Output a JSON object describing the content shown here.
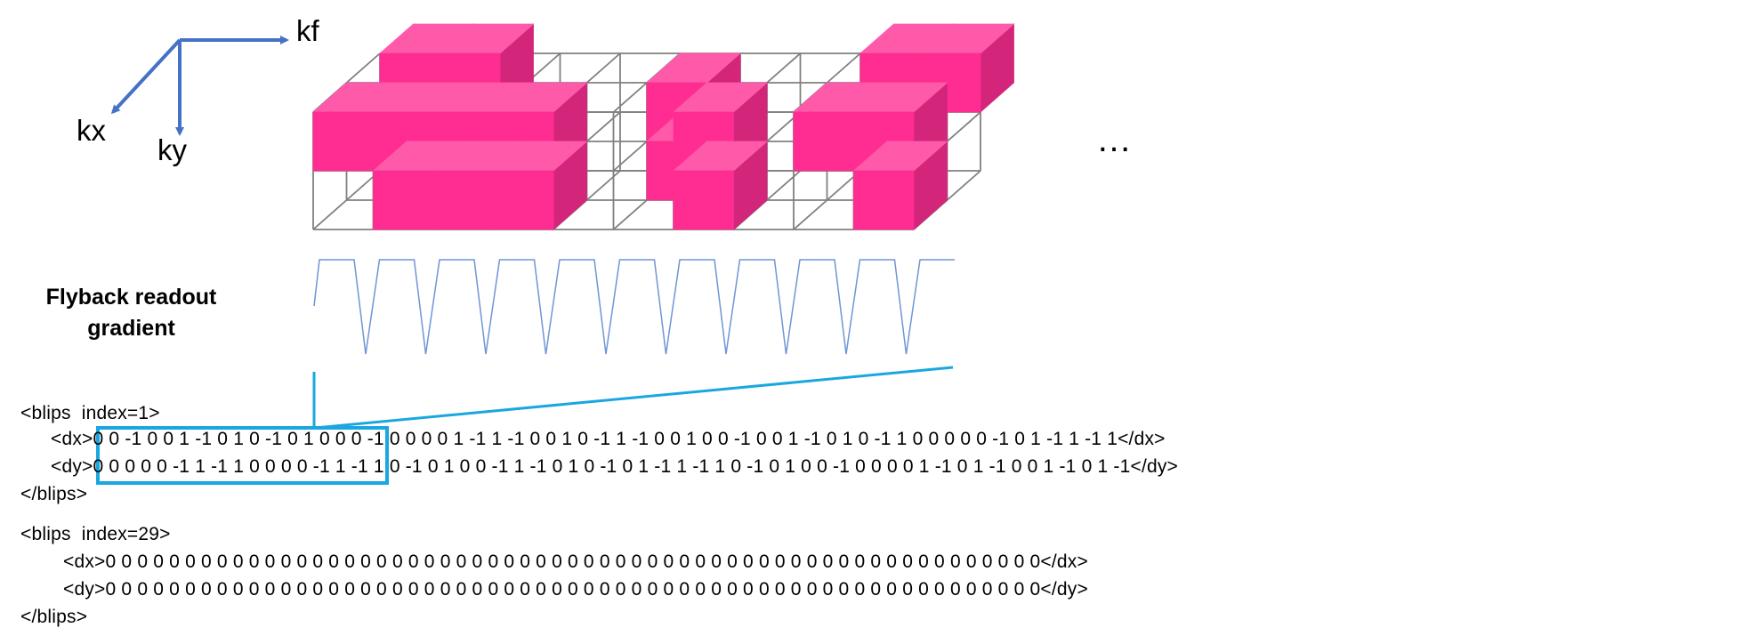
{
  "axes": {
    "f": "kf",
    "x": "kx",
    "y": "ky"
  },
  "ellipsis": "…",
  "gradient_title": "Flyback readout gradient",
  "blocks": [
    {
      "open": "<blips  index=1>",
      "dx_open": "<dx>",
      "dx_values": "0 0 -1 0 0 1 -1 0 1 0 -1 0 1 0 0 0 -1 0 0 0 0 1 -1 1 -1 0 0 1 0 -1 1 -1 0 0 1 0 0 -1 0 0 1 -1 0 1 0 -1 1 0 0 0 0 0 -1 0 1 -1 1 -1 1",
      "dx_close": "</dx>",
      "dy_open": "<dy>",
      "dy_values": "0 0 0 0 0 -1 1 -1 1 0 0 0 0 -1 1 -1 1 0 -1 0 1 0 0 -1 1 -1 0 1 0 -1 0 1 -1 1 -1 1 0 -1 0 1 0 0 -1 0 0 0 0 1 -1 0 1 -1 0 0 1 -1 0 1 -1",
      "dy_close": "</dy>",
      "close": "</blips>"
    },
    {
      "open": "<blips  index=29>",
      "dx_open": "<dx>",
      "dx_values": "0 0 0 0 0 0 0 0 0 0 0 0 0 0 0 0 0 0 0 0 0 0 0 0 0 0 0 0 0 0 0 0 0 0 0 0 0 0 0 0 0 0 0 0 0 0 0 0 0 0 0 0 0 0 0 0 0 0 0",
      "dx_close": "</dx>",
      "dy_open": "<dy>",
      "dy_values": "0 0 0 0 0 0 0 0 0 0 0 0 0 0 0 0 0 0 0 0 0 0 0 0 0 0 0 0 0 0 0 0 0 0 0 0 0 0 0 0 0 0 0 0 0 0 0 0 0 0 0 0 0 0 0 0 0 0 0",
      "dy_close": "</dy>",
      "close": "</blips>"
    }
  ],
  "colors": {
    "axis": "#4472c4",
    "cube_front": "#ff2d91",
    "cube_top": "#ff5aaa",
    "cube_side": "#d3267a",
    "grid": "#808080",
    "waveform": "#6f95d6",
    "highlight": "#1aa7e0"
  }
}
